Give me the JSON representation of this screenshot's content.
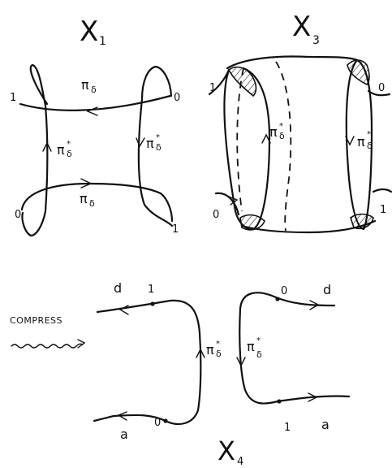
{
  "panels": {
    "x1": {
      "title": "X",
      "title_sub": "1",
      "pi_top": "π",
      "pi_top_sub": "δ",
      "pi_left": "π",
      "pi_left_sup": "*",
      "pi_left_sub": "δ",
      "pi_right": "π",
      "pi_right_sup": "*",
      "pi_right_sub": "δ",
      "pi_bottom": "π",
      "pi_bottom_sub": "δ",
      "label_top_left": "1",
      "label_top_right": "0",
      "label_bottom_left": "0",
      "label_bottom_right": "1"
    },
    "x3": {
      "title": "X",
      "title_sub": "3",
      "pi_left": "π",
      "pi_left_sup": "*",
      "pi_left_sub": "δ",
      "pi_right": "π",
      "pi_right_sup": "*",
      "pi_right_sub": "δ",
      "label_top_left": "1",
      "label_top_right": "0",
      "label_bottom_left": "0",
      "label_bottom_right": "1"
    },
    "x4": {
      "title": "X",
      "title_sub": "4",
      "compress_label": "COMPRESS",
      "pi_left": "π",
      "pi_left_sup": "*",
      "pi_left_sub": "δ",
      "pi_right": "π",
      "pi_right_sup": "*",
      "pi_right_sub": "δ",
      "label_d_left": "d",
      "label_1_top": "1",
      "label_0_top": "0",
      "label_d_right": "d",
      "label_a_left": "a",
      "label_0_bottom": "0",
      "label_1_bottom": "1",
      "label_a_right": "a"
    }
  }
}
